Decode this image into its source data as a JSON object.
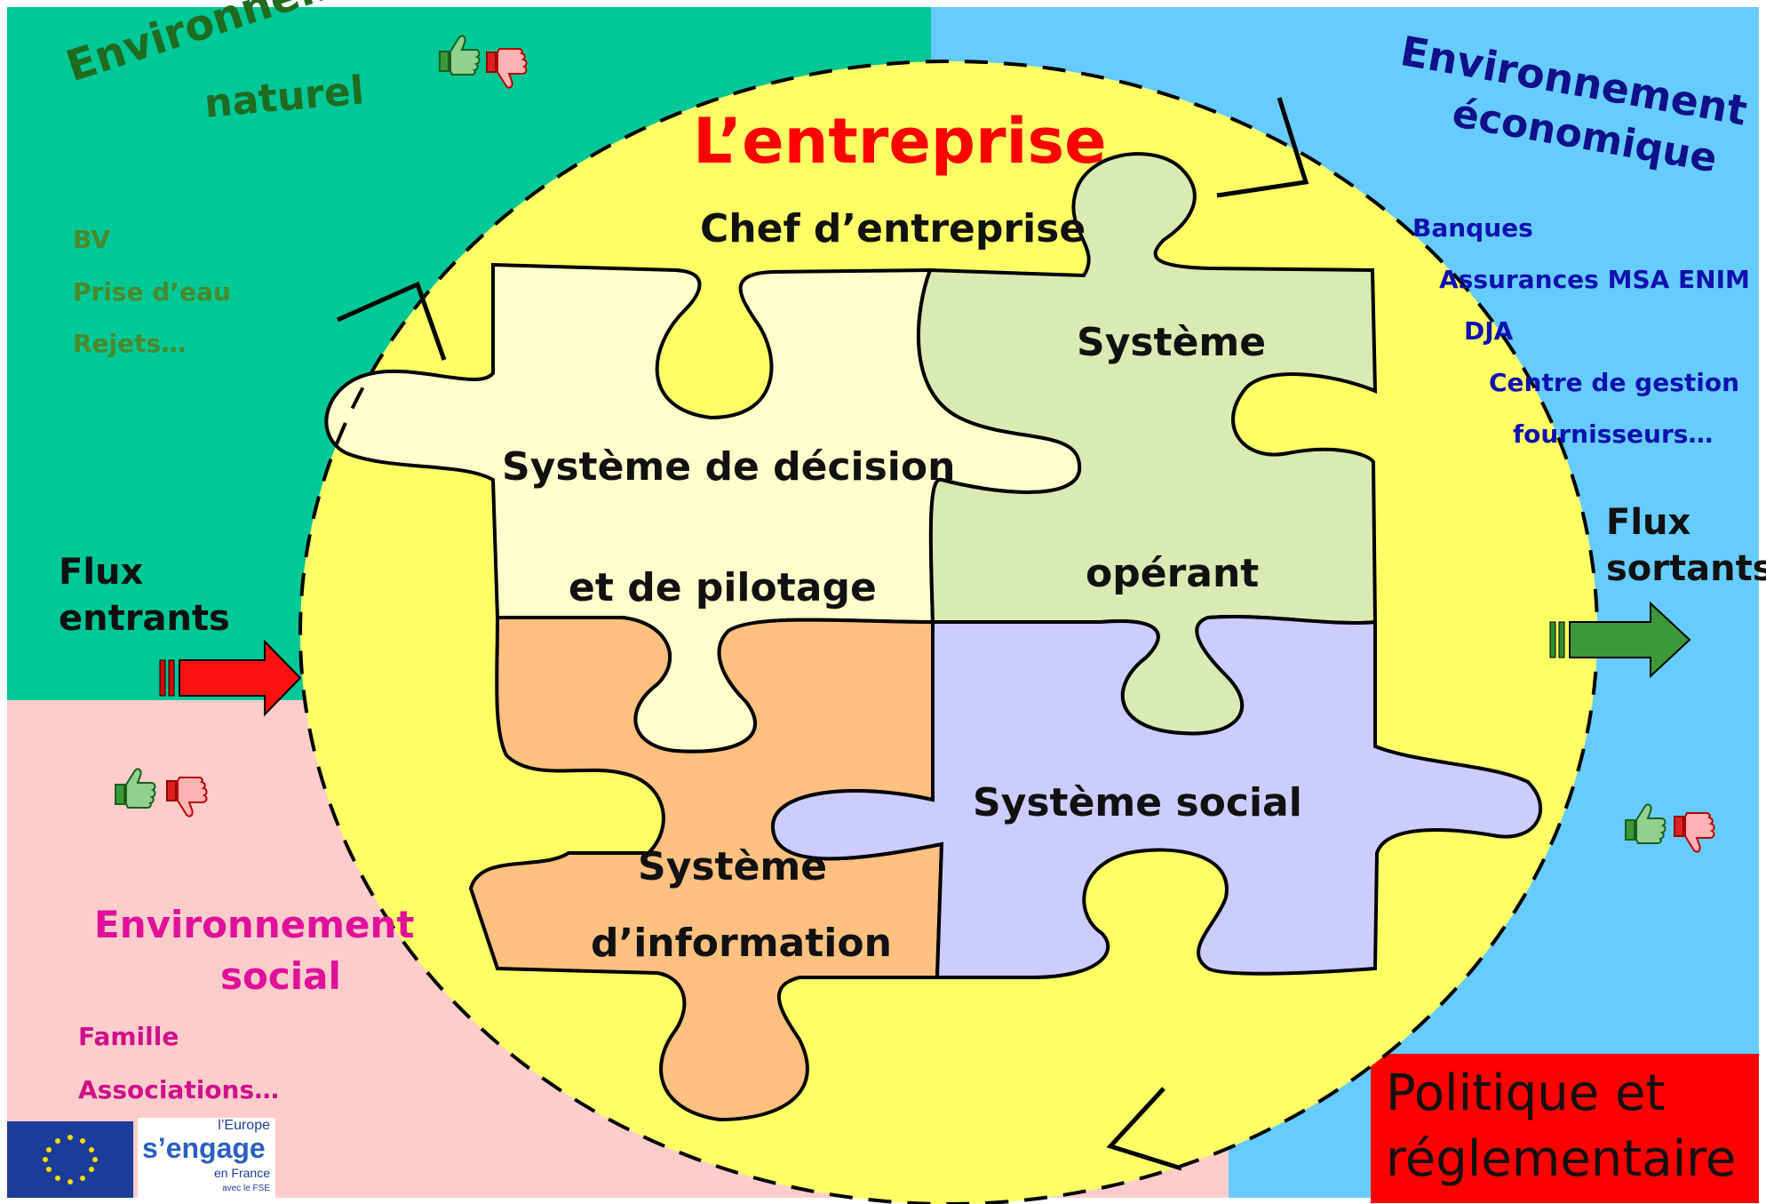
{
  "title": "L’entreprise",
  "top_label": "Chef d’entreprise",
  "pieces": {
    "decision_line1": "Système de décision",
    "decision_line2": "et de pilotage",
    "operant_line1": "Système",
    "operant_line2": "opérant",
    "social": "Système social",
    "information_line1": "Système",
    "information_line2": "d’information"
  },
  "zones": {
    "naturel": {
      "title_line1": "Environnement",
      "title_line2": "naturel",
      "items": [
        "BV",
        "Prise d’eau",
        "Rejets…"
      ],
      "color": "#00c896"
    },
    "economique": {
      "title_line1": "Environnement",
      "title_line2": "économique",
      "items": [
        "Banques",
        "Assurances MSA ENIM",
        "DJA",
        "Centre de gestion",
        "fournisseurs…"
      ],
      "color": "#66ccff"
    },
    "social": {
      "title_line1": "Environnement",
      "title_line2": "social",
      "items": [
        "Famille",
        "Associations…"
      ],
      "color": "#ffcccc"
    },
    "politique": {
      "line1": "Politique et",
      "line2": "réglementaire",
      "color": "#ff0000"
    }
  },
  "flux": {
    "in_line1": "Flux",
    "in_line2": "entrants",
    "out_line1": "Flux",
    "out_line2": "sortants"
  },
  "logos": {
    "eu": "eu-flag-icon",
    "europe_line1": "l’Europe",
    "europe_line2": "s’engage",
    "europe_line3": "en France",
    "europe_line4": "avec le FSE"
  },
  "icons": [
    "thumbs-up-icon",
    "thumbs-down-icon"
  ]
}
